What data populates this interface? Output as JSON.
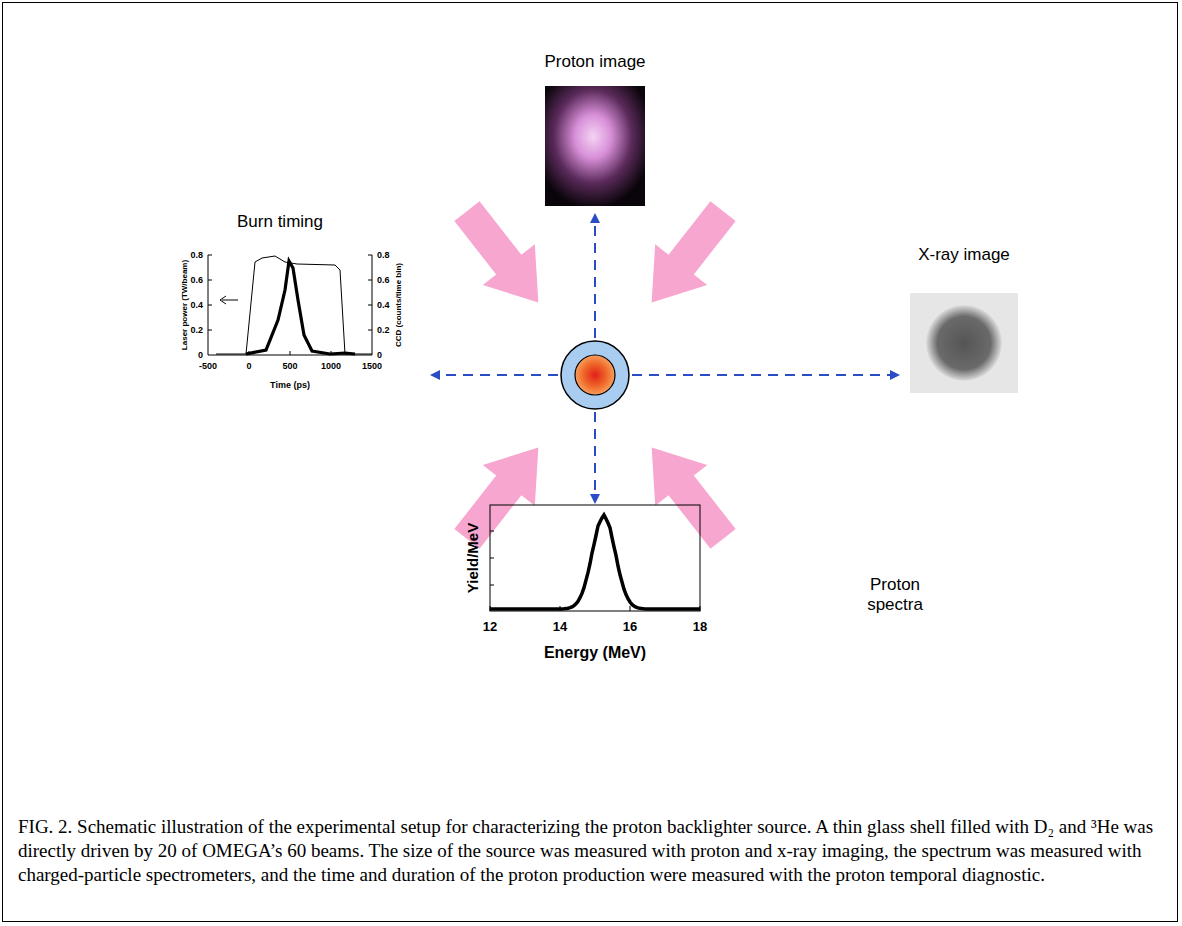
{
  "diagram": {
    "caption": "FIG. 2. Schematic illustration of the experimental setup for characterizing the proton backlighter source. A thin glass shell filled with D₂ and ³He was directly driven by 20 of OMEGA’s 60 beams. The size of the source was measured with proton and x-ray imaging, the spectrum was measured with charged-particle spectrometers, and the time and duration of the proton production were measured with the proton temporal diagnostic.",
    "nodes": [
      {
        "text": [
          "Proton image"
        ]
      },
      {
        "text": [
          "Burn timing"
        ]
      },
      {
        "text": [
          "X-ray image"
        ]
      },
      {
        "text": [
          "Proton spectra"
        ]
      }
    ],
    "labels": [
      "0.8",
      "0.6",
      "0.4",
      "0.2",
      "0",
      "0.8",
      "0.6",
      "0.4",
      "0.2",
      "0",
      "-500",
      "0",
      "500",
      "1000",
      "1500",
      "Time (ps)",
      "Laser power (TW/beam)",
      "CCD (counts/time bin)",
      "Yield/MeV",
      "12",
      "14",
      "16",
      "18",
      "Energy (MeV)"
    ]
  }
}
